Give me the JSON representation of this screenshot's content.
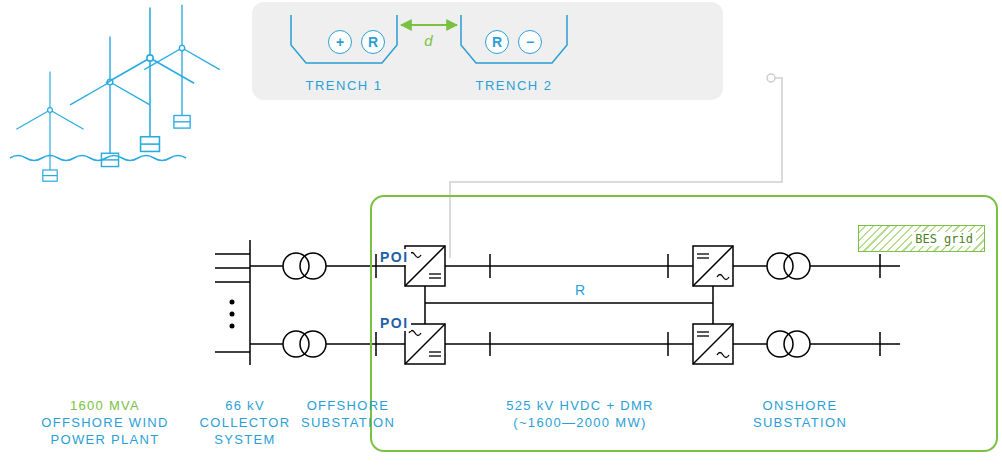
{
  "diagram": {
    "nodes": [
      {
        "text": [
          "TRENCH 1"
        ]
      },
      {
        "text": [
          "+"
        ],
        "in": 0
      },
      {
        "text": [
          "R"
        ],
        "in": 0
      },
      {
        "text": [
          "TRENCH 2"
        ]
      },
      {
        "text": [
          "R"
        ],
        "in": 3
      },
      {
        "text": [
          "−"
        ],
        "in": 3
      },
      {
        "text": [
          "BES grid"
        ]
      },
      {
        "text": [
          "POI",
          "POI"
        ]
      }
    ],
    "edges": [
      {
        "from": 0,
        "to": 3,
        "label": "d",
        "arrow": "both"
      }
    ],
    "labels": [
      "1600 MVA",
      "OFFSHORE WIND",
      "POWER PLANT",
      "66 kV",
      "COLLECTOR",
      "SYSTEM",
      "OFFSHORE",
      "SUBSTATION",
      "525 kV HVDC + DMR",
      "(~1600—2000 MW)",
      "ONSHORE",
      "SUBSTATION",
      "R"
    ]
  }
}
